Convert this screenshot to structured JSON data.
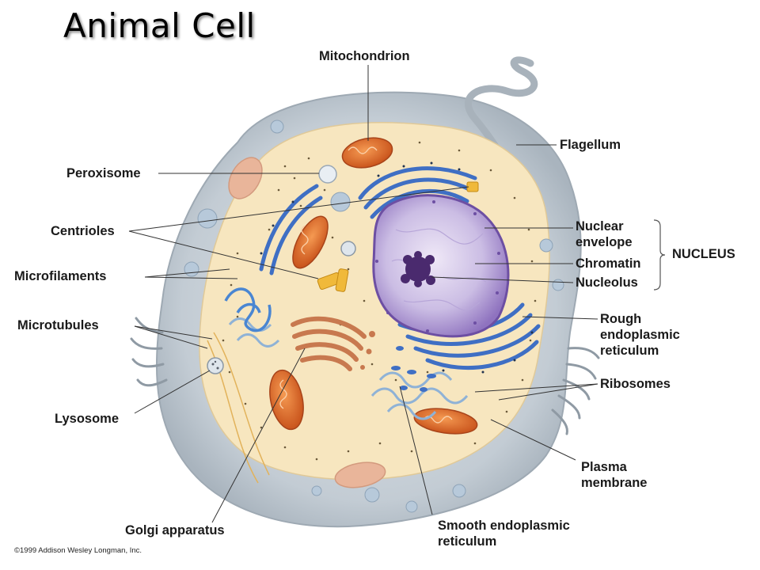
{
  "title": "Animal Cell",
  "labels": {
    "mitochondrion": "Mitochondrion",
    "flagellum": "Flagellum",
    "peroxisome": "Peroxisome",
    "centrioles": "Centrioles",
    "microfilaments": "Microfilaments",
    "microtubules": "Microtubules",
    "lysosome": "Lysosome",
    "golgi": "Golgi apparatus",
    "nuclear_envelope": [
      "Nuclear",
      "envelope"
    ],
    "chromatin": "Chromatin",
    "nucleolus": "Nucleolus",
    "nucleus": "NUCLEUS",
    "rough_er": [
      "Rough",
      "endoplasmic",
      "reticulum"
    ],
    "ribosomes": "Ribosomes",
    "plasma_membrane": [
      "Plasma",
      "membrane"
    ],
    "smooth_er": [
      "Smooth endoplasmic",
      "reticulum"
    ]
  },
  "copyright": "©1999 Addison Wesley Longman, Inc.",
  "colors": {
    "cytoplasm": "#f7e6bf",
    "membrane": "#b9c3cc",
    "mitochondria": "#e8732a",
    "er": "#3f6fc4",
    "nucleus": "#9c84c8",
    "nucleolus": "#4a2a6e",
    "golgi": "#c8794f"
  }
}
